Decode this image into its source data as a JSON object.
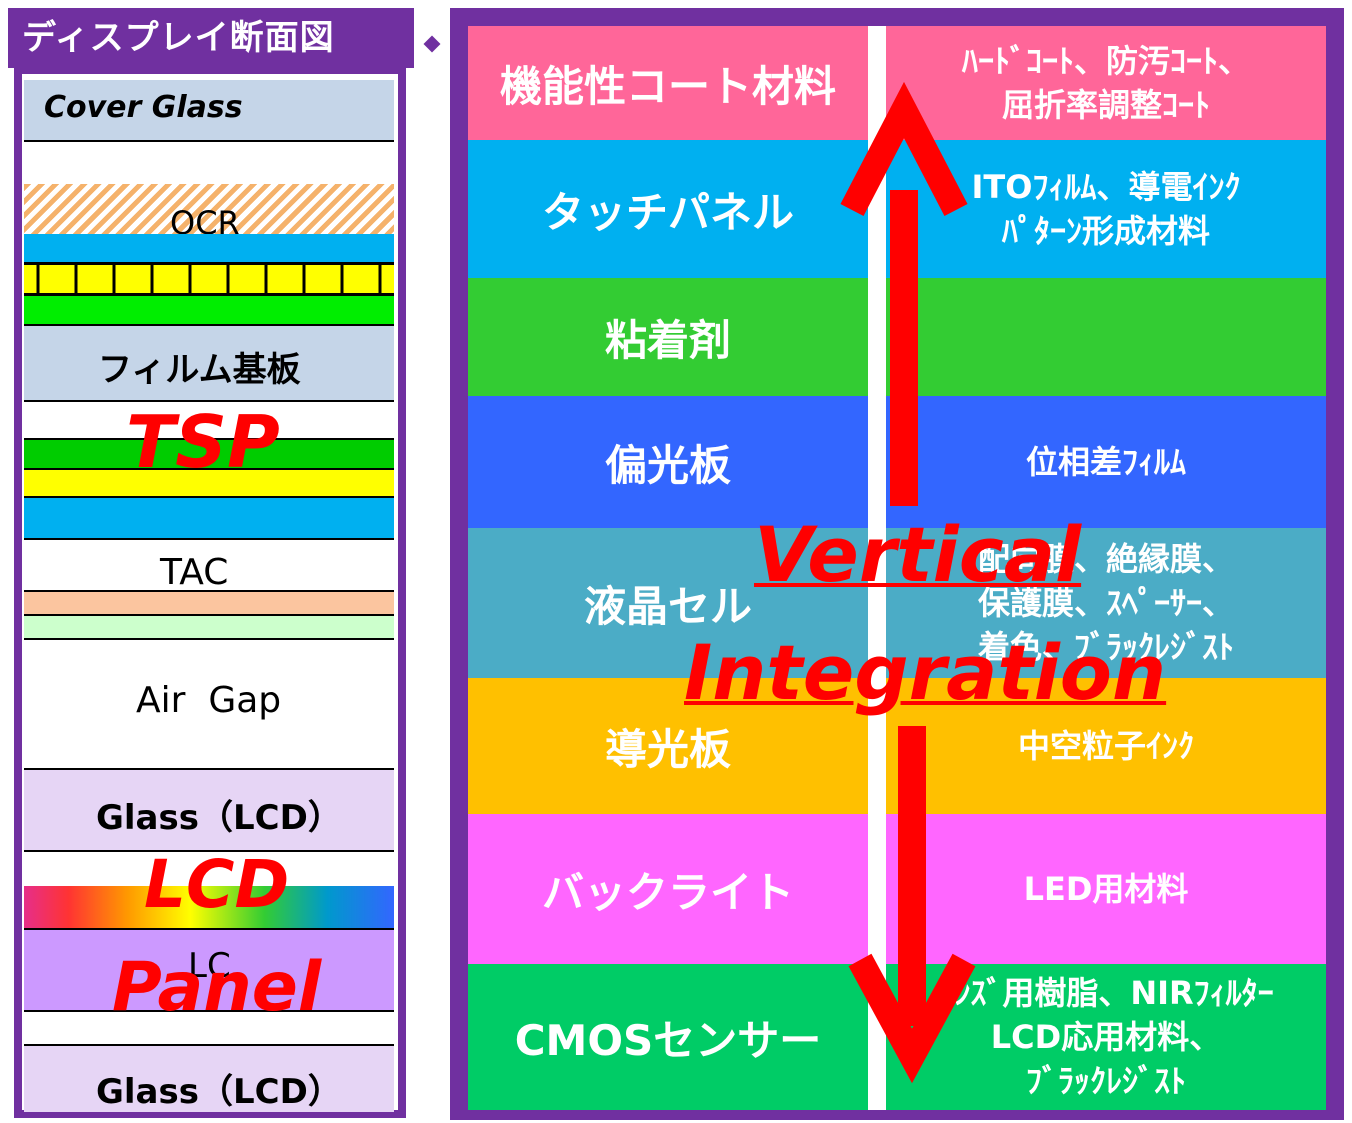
{
  "left_panel": {
    "title": "ディスプレイ断面図",
    "layers": {
      "cover_glass": "Cover Glass",
      "ocr": "OCR",
      "film_substrate": "フィルム基板",
      "tac": "TAC",
      "air_gap": "Air  Gap",
      "glass_lcd_top": "Glass（LCD）",
      "lc": "LC",
      "glass_lcd_bottom": "Glass（LCD）"
    },
    "overlays": {
      "tsp": "TSP",
      "lcd": "LCD",
      "panel": "Panel"
    }
  },
  "right_panel": {
    "rows": [
      {
        "category": "機能性コート材料",
        "materials": [
          "ﾊｰﾄﾞｺｰﾄ、防汚ｺｰﾄ、",
          "屈折率調整ｺｰﾄ"
        ],
        "color": "#ff6699"
      },
      {
        "category": "タッチパネル",
        "materials": [
          "ITOﾌｨﾙﾑ、導電ｲﾝｸ",
          "ﾊﾟﾀｰﾝ形成材料"
        ],
        "color": "#00b0f0"
      },
      {
        "category": "粘着剤",
        "materials": [],
        "color": "#33cc33"
      },
      {
        "category": "偏光板",
        "materials": [
          "位相差ﾌｨﾙﾑ"
        ],
        "color": "#3366ff"
      },
      {
        "category": "液晶セル",
        "materials": [
          "配向膜、絶縁膜、",
          "保護膜、ｽﾍﾟｰｻｰ、",
          "着色、ﾌﾞﾗｯｸﾚｼﾞｽﾄ"
        ],
        "color": "#4bacc6"
      },
      {
        "category": "導光板",
        "materials": [
          "中空粒子ｲﾝｸ"
        ],
        "color": "#ffc000"
      },
      {
        "category": "バックライト",
        "materials": [
          "LED用材料"
        ],
        "color": "#ff66ff"
      },
      {
        "category": "CMOSセンサー",
        "materials": [
          "ﾚﾝｽﾞ用樹脂、NIRﾌｨﾙﾀｰ",
          "LCD応用材料、",
          "ﾌﾞﾗｯｸﾚｼﾞｽﾄ"
        ],
        "color": "#00cc66"
      }
    ],
    "overlay": {
      "line1": "Vertical",
      "line2": "Integration"
    }
  },
  "colors": {
    "frame": "#7030a0",
    "overlay_red": "#ff0000"
  }
}
